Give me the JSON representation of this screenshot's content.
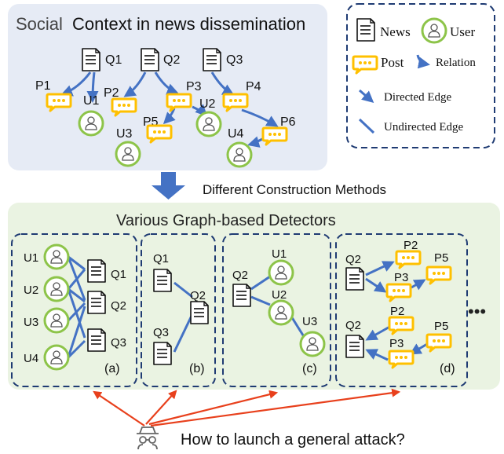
{
  "top_panel": {
    "title_prefix": "Social",
    "title_rest": "Context in news dissemination",
    "news": [
      "Q1",
      "Q2",
      "Q3"
    ],
    "posts": [
      "P1",
      "P2",
      "P3",
      "P4",
      "P5",
      "P6"
    ],
    "users": [
      "U1",
      "U2",
      "U3",
      "U4"
    ]
  },
  "legend": {
    "news": "News",
    "user": "User",
    "post": "Post",
    "relation": "Relation",
    "directed_edge": "Directed Edge",
    "undirected_edge": "Undirected Edge"
  },
  "arrow_label": "Different Construction Methods",
  "detectors": {
    "title": "Various Graph-based Detectors",
    "panel_a": {
      "label": "(a)",
      "users": [
        "U1",
        "U2",
        "U3",
        "U4"
      ],
      "news": [
        "Q1",
        "Q2",
        "Q3"
      ]
    },
    "panel_b": {
      "label": "(b)",
      "news": [
        "Q1",
        "Q2",
        "Q3"
      ]
    },
    "panel_c": {
      "label": "(c)",
      "news": [
        "Q2"
      ],
      "users": [
        "U1",
        "U2",
        "U3"
      ]
    },
    "panel_d": {
      "label": "(d)",
      "top": {
        "news": "Q2",
        "posts": [
          "P2",
          "P3",
          "P5"
        ]
      },
      "bottom": {
        "news": "Q2",
        "posts": [
          "P2",
          "P3",
          "P5"
        ]
      }
    },
    "ellipsis": "•••"
  },
  "attack_label": "How to launch a general attack?",
  "colors": {
    "top_panel_bg": "#e6ebf5",
    "detector_bg": "#eaf3e2",
    "dashed_border": "#1f3b73",
    "edge_blue": "#4472c4",
    "post_yellow": "#ffc000",
    "user_green": "#8dc449",
    "attack_red": "#e8401c"
  },
  "icons": [
    "news-document-icon",
    "user-circle-icon",
    "post-bubble-icon",
    "relation-arrow-icon",
    "down-arrow-icon",
    "attacker-spy-icon"
  ]
}
